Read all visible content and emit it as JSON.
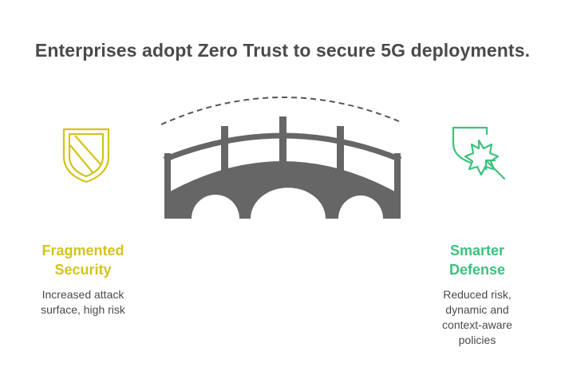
{
  "title": "Enterprises adopt Zero Trust to secure 5G deployments.",
  "left": {
    "heading_line1": "Fragmented",
    "heading_line2": "Security",
    "desc_line1": "Increased attack",
    "desc_line2": "surface, high risk",
    "icon": "broken-shield-icon",
    "color": "#d4c31b"
  },
  "right": {
    "heading_line1": "Smarter",
    "heading_line2": "Defense",
    "desc_line1": "Reduced risk,",
    "desc_line2": "dynamic and",
    "desc_line3": "context-aware",
    "desc_line4": "policies",
    "icon": "shield-impact-icon",
    "color": "#3cc27e"
  },
  "bridge": {
    "icon": "bridge-icon",
    "color": "#666666"
  }
}
